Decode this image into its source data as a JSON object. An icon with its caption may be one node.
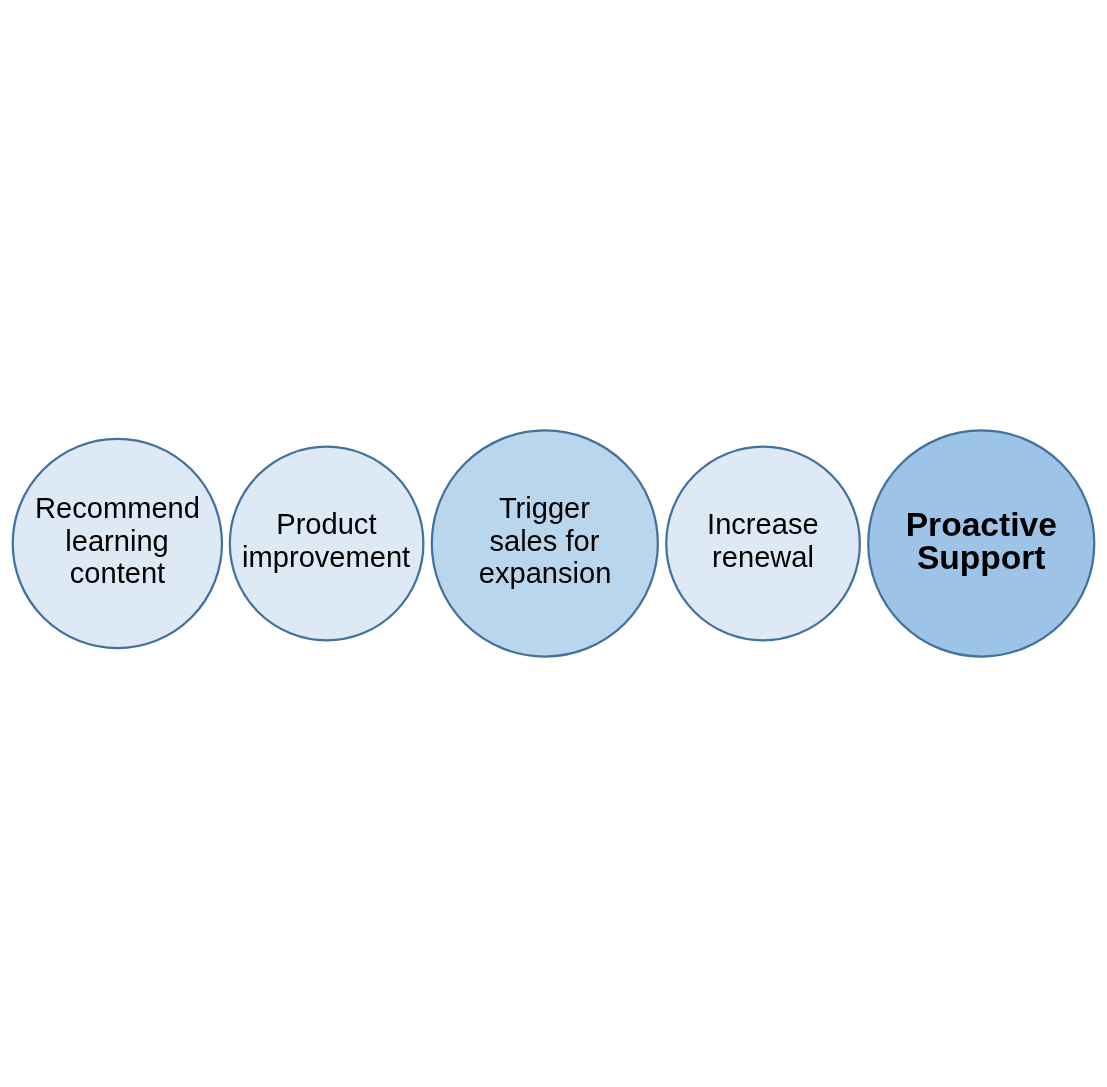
{
  "diagram": {
    "nodes": [
      {
        "text": [
          "Recommend learning content"
        ]
      },
      {
        "text": [
          "Product improvement"
        ]
      },
      {
        "text": [
          "Trigger sales for expansion"
        ]
      },
      {
        "text": [
          "Increase renewal"
        ]
      },
      {
        "text": [
          "Proactive Support"
        ]
      }
    ]
  }
}
